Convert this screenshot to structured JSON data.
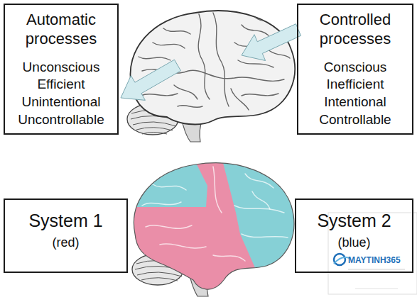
{
  "diagram": {
    "nodes": [
      {
        "text": [
          "Automatic processes",
          "Unconscious",
          "Efficient",
          "Unintentional",
          "Uncontrollable"
        ]
      },
      {
        "text": [
          "Controlled processes",
          "Conscious",
          "Inefficient",
          "Intentional",
          "Controllable"
        ]
      },
      {
        "text": [
          "System 1",
          "(red)"
        ]
      },
      {
        "text": [
          "System 2",
          "(blue)"
        ]
      }
    ],
    "labels": [
      "MAYTINH365"
    ]
  }
}
